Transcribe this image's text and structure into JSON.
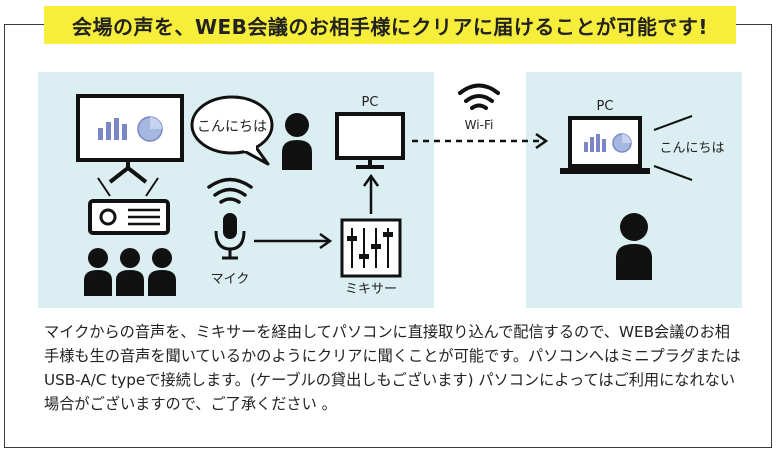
{
  "banner": {
    "title": "会場の声を、WEB会議のお相手様にクリアに届けることが可能です!"
  },
  "diagram": {
    "left_pc_label": "PC",
    "speech_bubble_text": "こんにちは",
    "mic_label": "マイク",
    "mixer_label": "ミキサー",
    "wifi_label": "Wi-Fi",
    "right_pc_label": "PC",
    "right_voice_text": "こんにちは"
  },
  "description": {
    "text": "マイクからの音声を、ミキサーを経由してパソコンに直接取り込んで配信するので、WEB会議のお相手様も生の音声を聞いているかのようにクリアに聞くことが可能です。パソコンへはミニプラグまたはUSB-A/C typeで接続します。(ケーブルの貸出しもございます) パソコンによってはご利用になれない場合がございますので、ご了承ください 。"
  },
  "colors": {
    "banner": "#f6ee3b",
    "panel": "#dbeef2",
    "chart_blue": "#7b86c4",
    "chart_pie": "#a4b8e0"
  }
}
